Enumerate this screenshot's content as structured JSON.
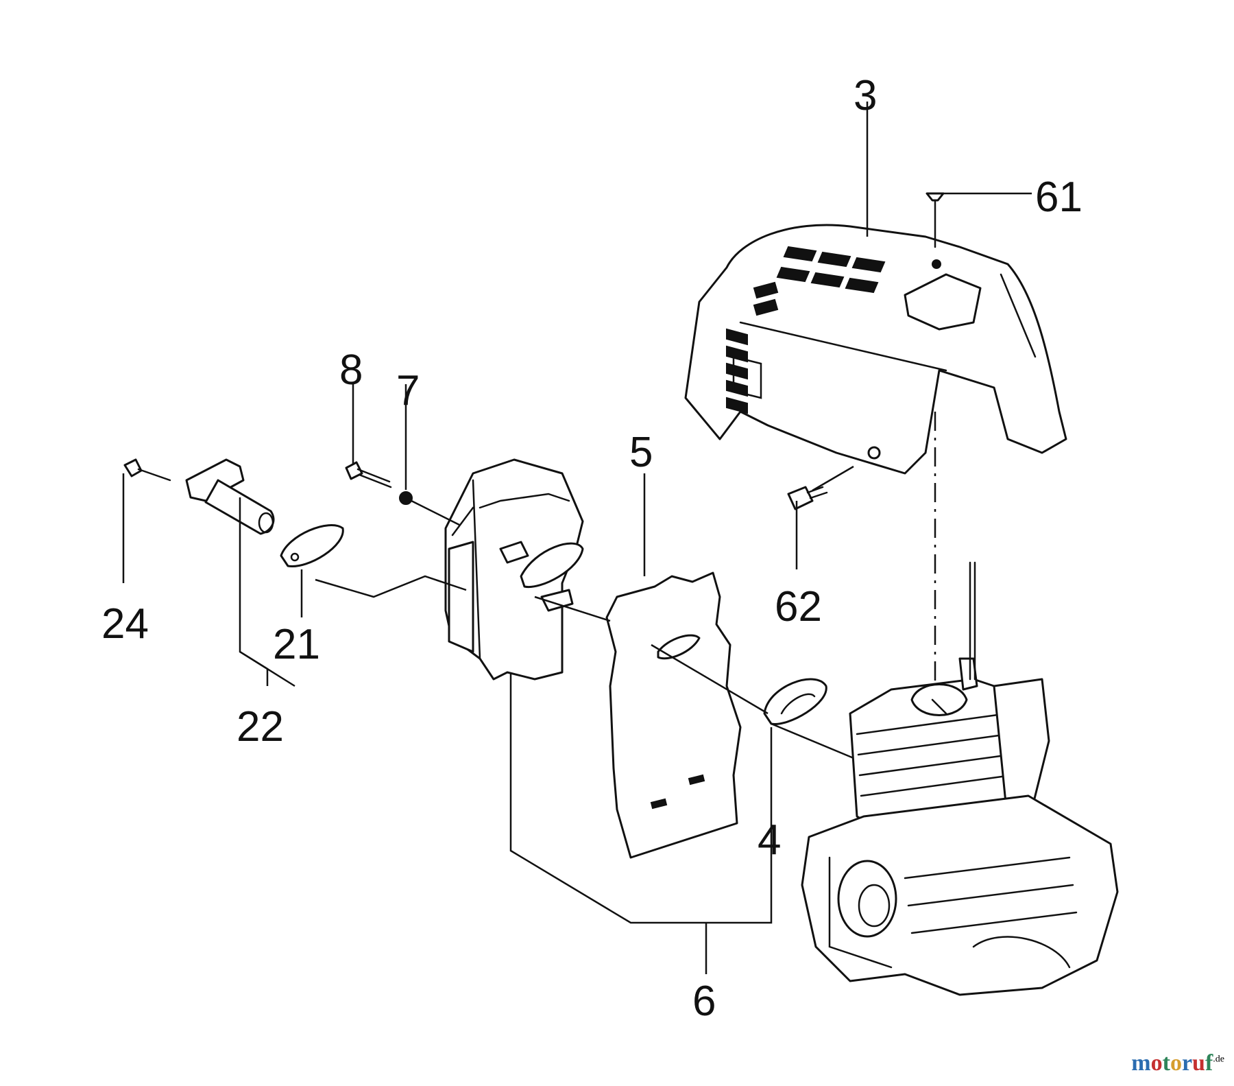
{
  "callouts": {
    "p3": "3",
    "p61": "61",
    "p62": "62",
    "p8": "8",
    "p7": "7",
    "p5": "5",
    "p24": "24",
    "p21": "21",
    "p22": "22",
    "p4": "4",
    "p6": "6"
  },
  "watermark": {
    "letters": [
      "m",
      "o",
      "t",
      "o",
      "r",
      "u",
      "f"
    ],
    "colors": [
      "#2b6cb0",
      "#c53030",
      "#2f855a",
      "#d69e2e",
      "#2b6cb0",
      "#c53030",
      "#2f855a"
    ],
    "suffix": ".de"
  },
  "colors": {
    "line": "#111111",
    "background": "#ffffff"
  }
}
